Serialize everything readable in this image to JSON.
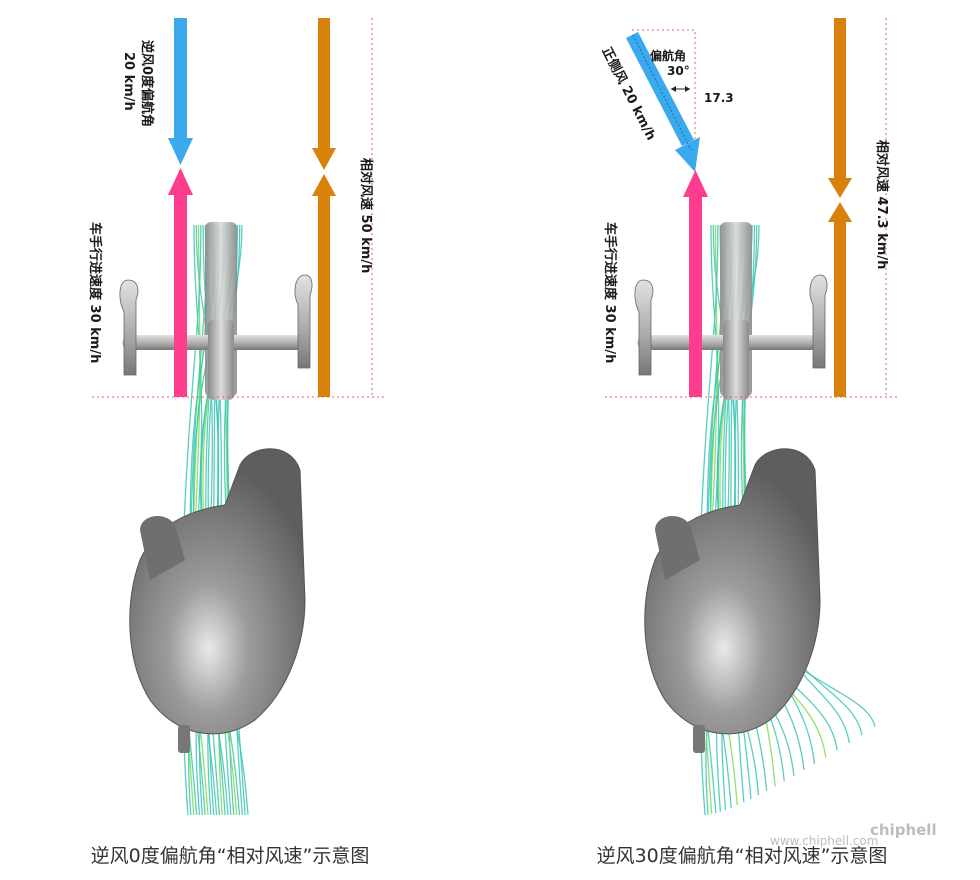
{
  "colors": {
    "headwind": "#3aa9ee",
    "rider": "#ff3d8e",
    "relative": "#d9820b",
    "guide": "#e06060",
    "body": "#8d8d8d",
    "stream_a": "#3cc6b4",
    "stream_b": "#7ddc50"
  },
  "left_panel": {
    "headwind_label": "逆风0度偏航角",
    "headwind_speed": "20 km/h",
    "rider_label": "车手行进速度 30 km/h",
    "relative_label": "相对风速 50 km/h",
    "caption": "逆风0度偏航角“相对风速”示意图"
  },
  "right_panel": {
    "sidewind_label": "正侧风 20 km/h",
    "yaw_label": "偏航角",
    "yaw_value": "30°",
    "offset_value": "17.3",
    "rider_label": "车手行进速度 30 km/h",
    "relative_label": "相对风速 47.3 km/h",
    "caption": "逆风30度偏航角“相对风速”示意图"
  },
  "watermark": {
    "site": "www.chiphell.com",
    "logo_text": "chiphell"
  }
}
